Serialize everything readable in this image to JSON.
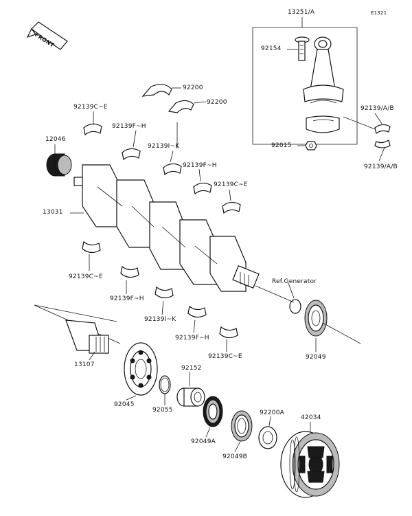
{
  "diagram_code": "E1321",
  "front_badge": "FRONT",
  "labels": {
    "p13251": "13251/A",
    "p92154": "92154",
    "p92015": "92015",
    "p92139ab_top": "92139/A/B",
    "p92139ab_bot": "92139/A/B",
    "p92200_a": "92200",
    "p92200_b": "92200",
    "p92139ce_1": "92139C~E",
    "p92139fh_1": "92139F~H",
    "p92139ik_1": "92139I~K",
    "p92139fh_2": "92139F~H",
    "p92139ce_2": "92139C~E",
    "p12046": "12046",
    "p13031": "13031",
    "p92139ce_3": "92139C~E",
    "p92139fh_3": "92139F~H",
    "p92139ik_2": "92139I~K",
    "p92139fh_4": "92139F~H",
    "p92139ce_4": "92139C~E",
    "ref_generator": "Ref.Generator",
    "p92049": "92049",
    "p13107": "13107",
    "p92152": "92152",
    "p92045": "92045",
    "p92055": "92055",
    "p92049a": "92049A",
    "p92049b": "92049B",
    "p92200a": "92200A",
    "p42034": "42034"
  },
  "colors": {
    "line": "#111111",
    "fill_dark": "#1a1a1a",
    "fill_grey": "#bbbbbb",
    "background": "#ffffff"
  }
}
